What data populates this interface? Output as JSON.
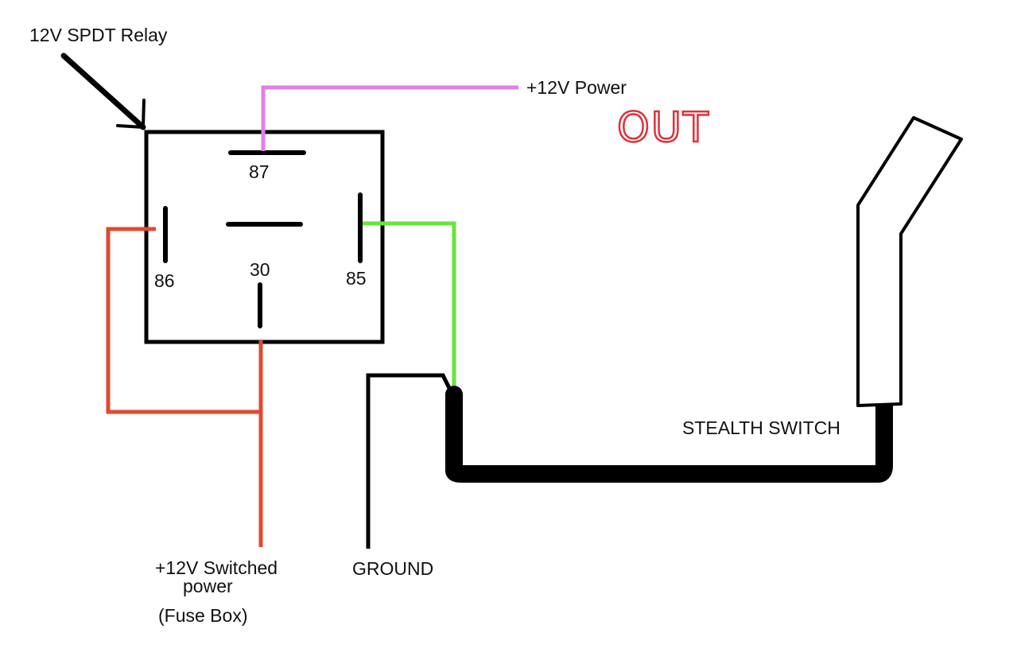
{
  "labels": {
    "relay": "12V SPDT Relay",
    "power_out": "+12V Power",
    "out_note": "OUT",
    "switched_line1": "+12V Switched",
    "switched_line2": "power",
    "fuse_box": "(Fuse Box)",
    "ground": "GROUND",
    "stealth_switch": "STEALTH SWITCH"
  },
  "pins": {
    "p87": "87",
    "p86": "86",
    "p30": "30",
    "p85": "85"
  },
  "colors": {
    "wire_87": "#e27ee6",
    "wire_86_30": "#e04a30",
    "wire_85": "#66e53f",
    "wire_ground": "#000000",
    "out_note": "#e0303a"
  }
}
